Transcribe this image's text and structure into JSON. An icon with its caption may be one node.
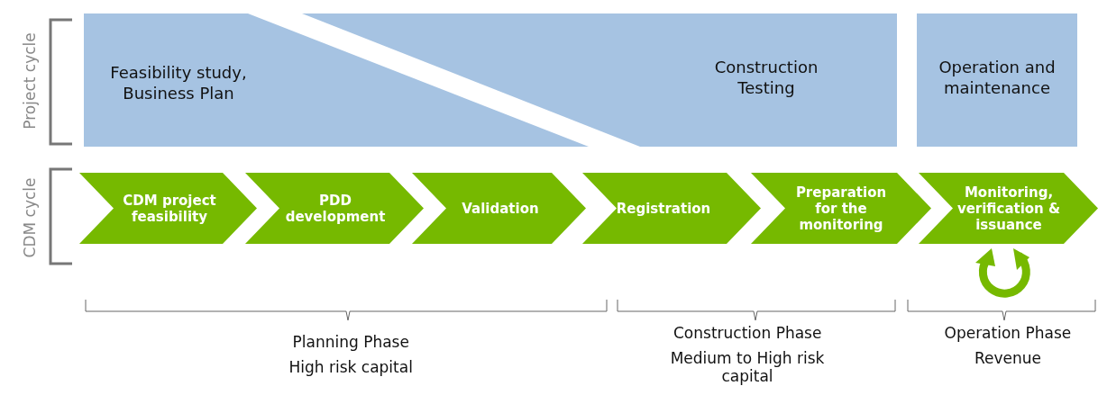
{
  "diagram": {
    "nodes": [
      {
        "text": [
          "Feasibility study, Business Plan"
        ]
      },
      {
        "text": [
          "Construction Testing"
        ]
      },
      {
        "text": [
          "Operation and maintenance"
        ]
      },
      {
        "text": [
          "CDM project feasibility"
        ]
      },
      {
        "text": [
          "PDD development"
        ]
      },
      {
        "text": [
          "Validation"
        ]
      },
      {
        "text": [
          "Registration"
        ]
      },
      {
        "text": [
          "Preparation for the monitoring"
        ]
      },
      {
        "text": [
          "Monitoring, verification & issuance"
        ]
      }
    ],
    "labels": [
      "Project cycle",
      "CDM cycle",
      "Planning Phase",
      "High risk capital",
      "Construction Phase",
      "Medium to High risk capital",
      "Operation Phase",
      "Revenue"
    ]
  }
}
